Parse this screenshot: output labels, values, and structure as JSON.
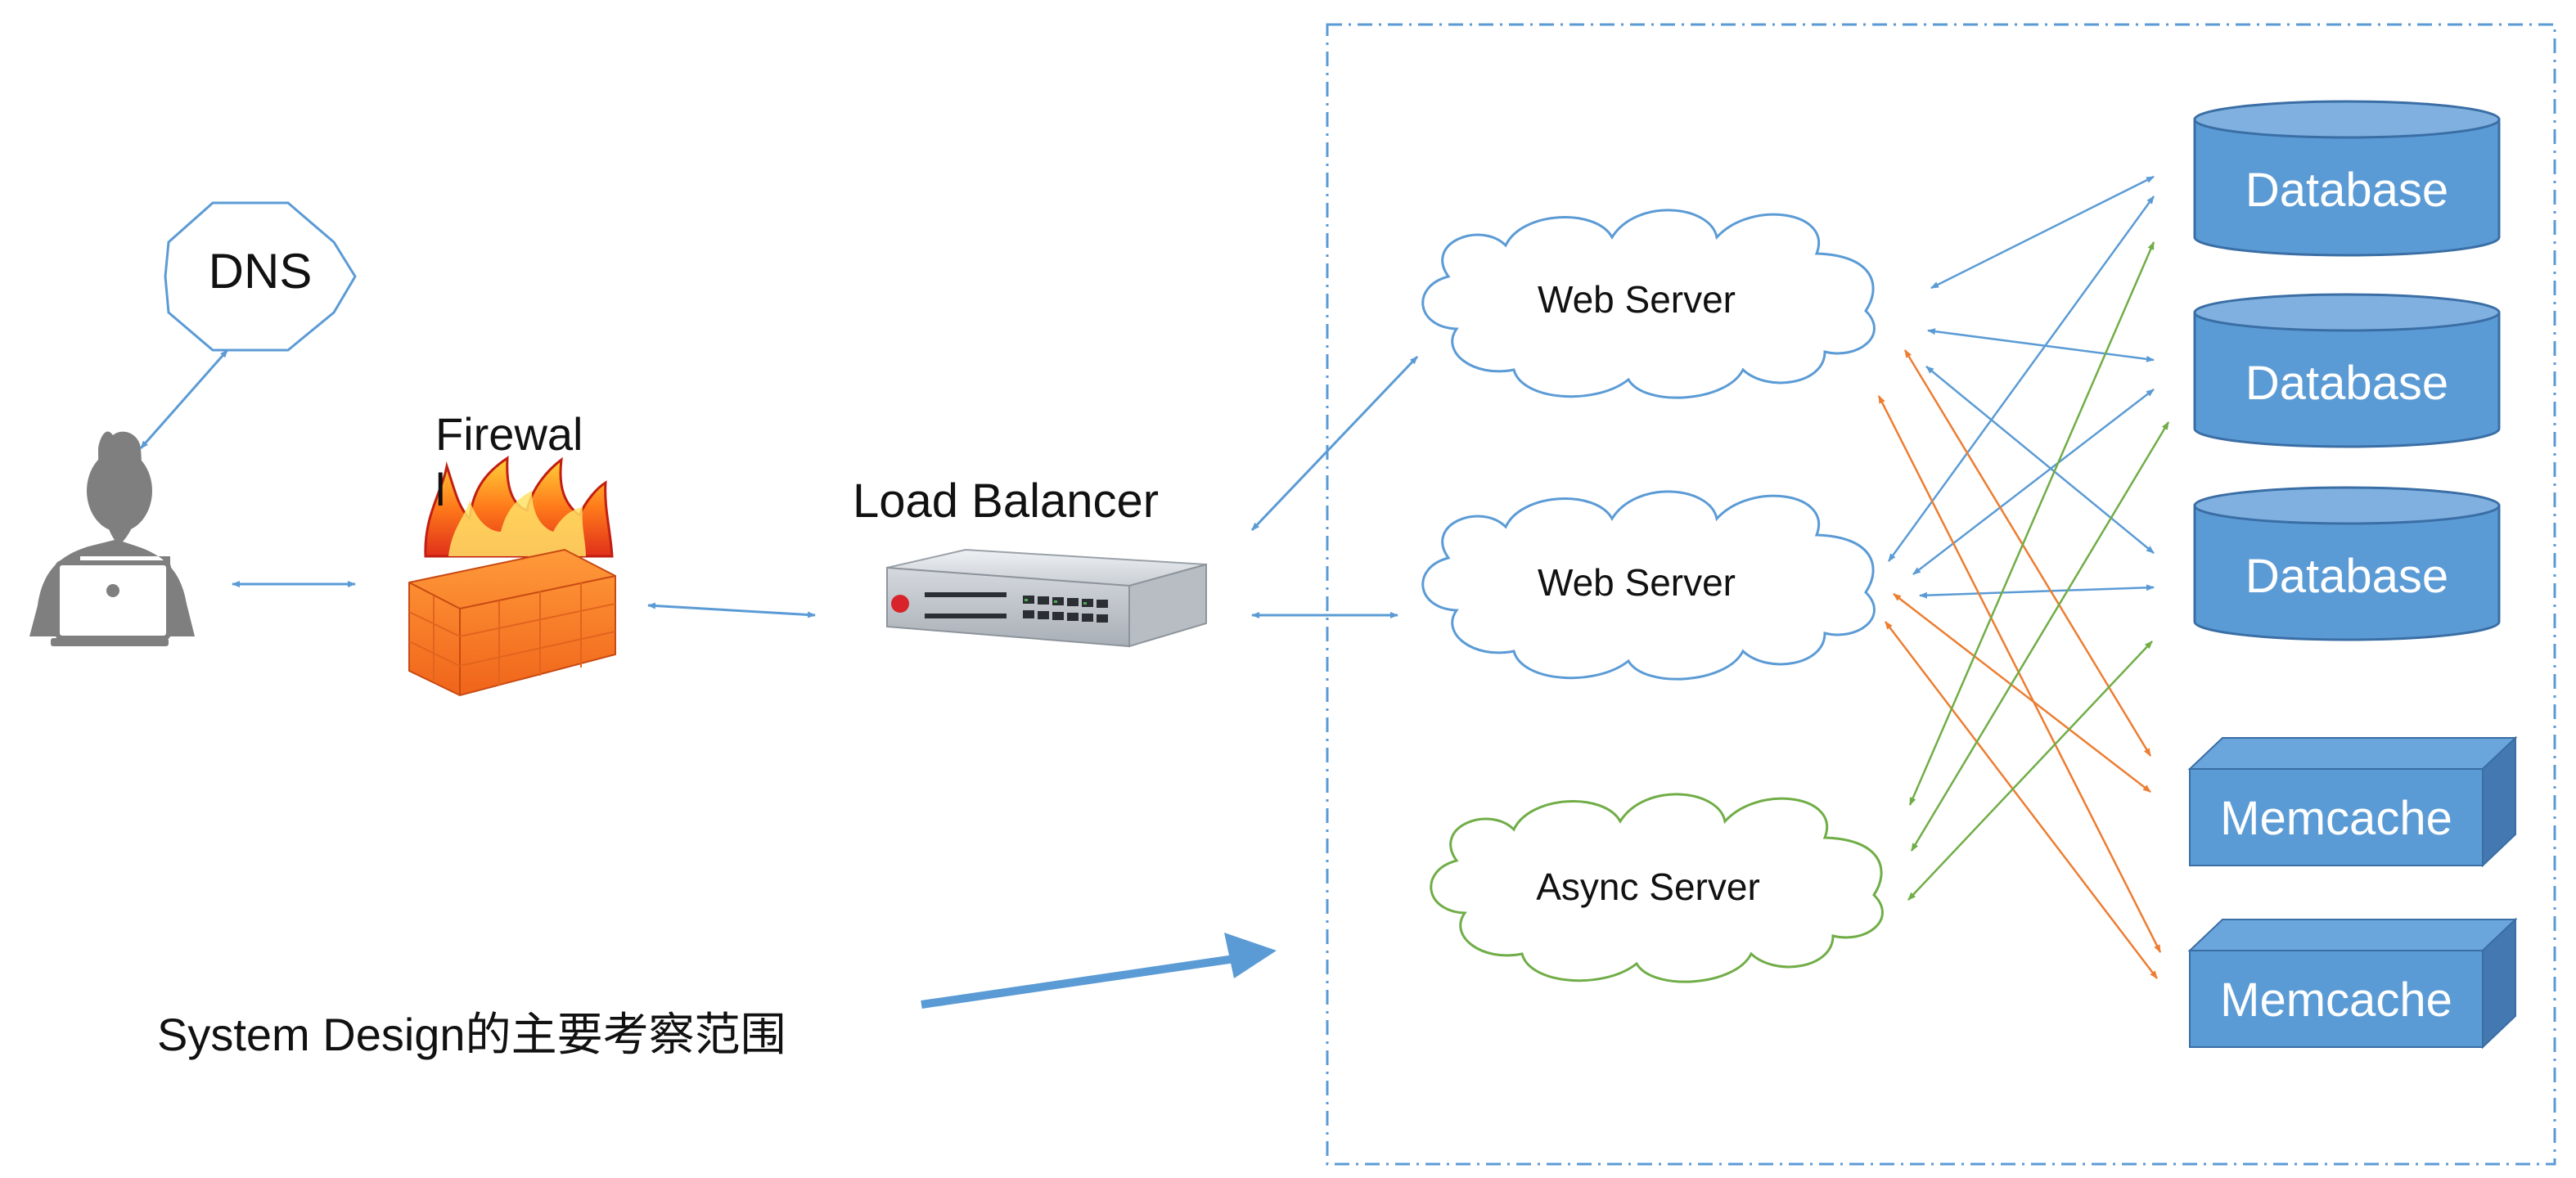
{
  "labels": {
    "dns": "DNS",
    "firewall": "Firewal",
    "firewall_wrap": "l",
    "load_balancer": "Load Balancer",
    "web_server_1": "Web Server",
    "web_server_2": "Web Server",
    "async_server": "Async Server",
    "database_1": "Database",
    "database_2": "Database",
    "database_3": "Database",
    "memcache_1": "Memcache",
    "memcache_2": "Memcache",
    "caption": "System Design的主要考察范围"
  },
  "colors": {
    "blue_line": "#5b9bd5",
    "orange_line": "#ed7d31",
    "green_line": "#70ad47",
    "db_fill": "#5b9bd5",
    "db_stroke": "#3a6ea5",
    "mc_fill": "#5b9bd5",
    "mc_side": "#4478b0",
    "cloud_blue": "#5b9bd5",
    "cloud_green": "#70ad47",
    "person": "#7f7f7f",
    "boundary": "#5b9bd5"
  },
  "icons": {
    "user": "person-laptop-icon",
    "firewall": "firewall-icon",
    "load_balancer": "network-switch-icon"
  }
}
